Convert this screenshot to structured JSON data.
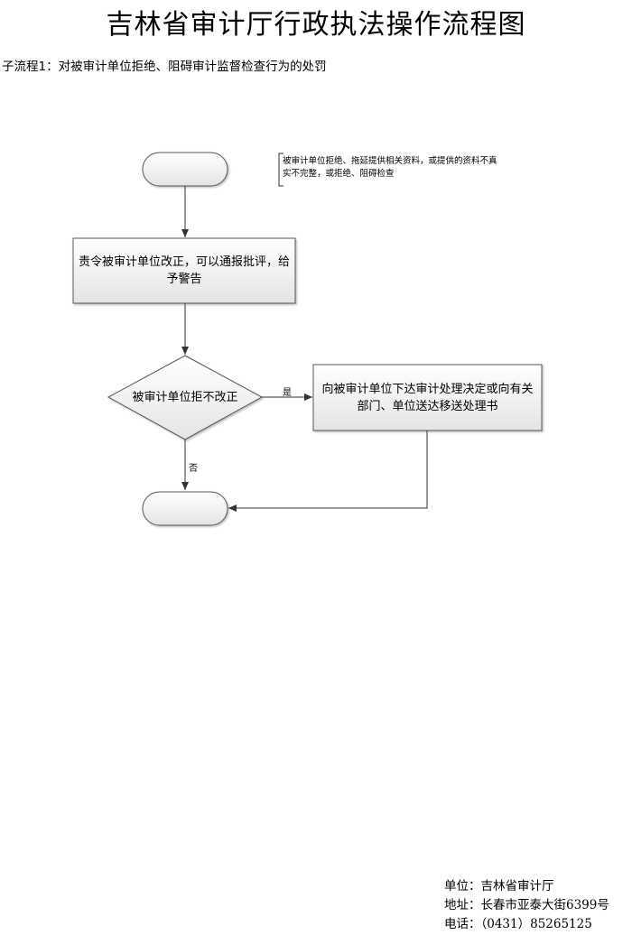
{
  "title": "吉林省审计厅行政执法操作流程图",
  "subtitle": "子流程1：对被审计单位拒绝、阻碍审计监督检查行为的处罚",
  "note": "被审计单位拒绝、拖延提供相关资料，或提供的资料不真实不完整，或拒绝、阻碍检查",
  "nodes": {
    "order_correction": "责令被审计单位改正，可以通报批评，给予警告",
    "decision": "被审计单位拒不改正",
    "penalty": "向被审计单位下达审计处理决定或向有关部门、单位送达移送处理书"
  },
  "labels": {
    "yes": "是",
    "no": "否"
  },
  "footer": {
    "unit": "单位：吉林省审计厅",
    "address": "地址：长春市亚泰大街6399号",
    "phone": "电话：（0431）85265125"
  },
  "colors": {
    "box_fill_top": "#ffffff",
    "box_fill_bottom": "#e6e6e6",
    "stroke": "#595959"
  }
}
